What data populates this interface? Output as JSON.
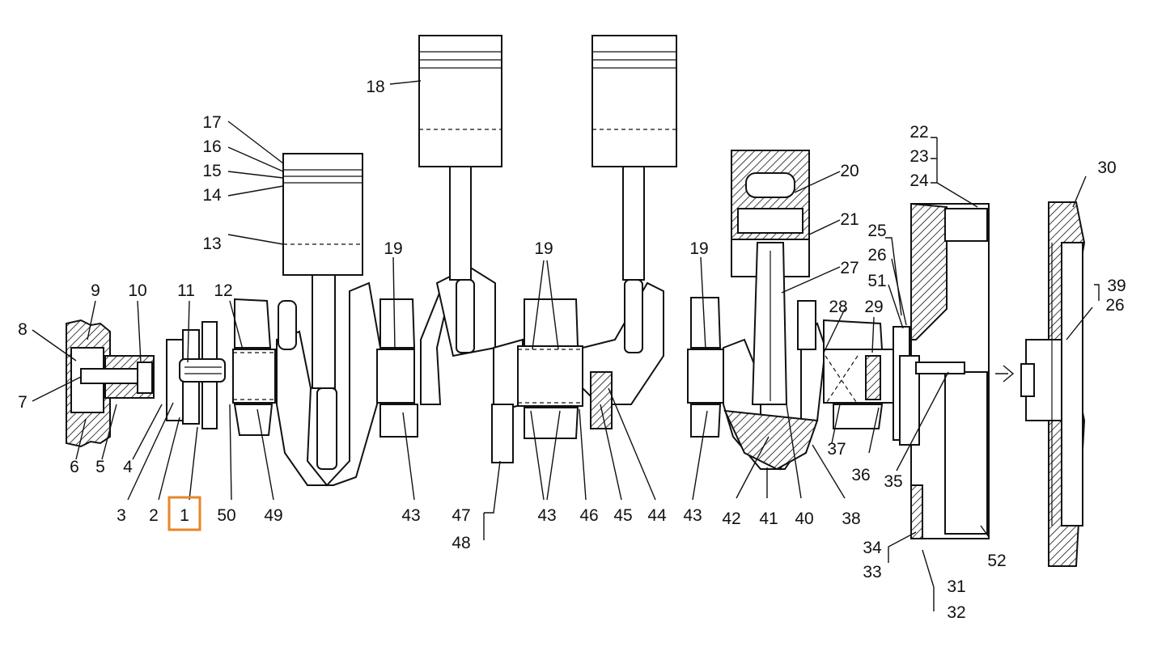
{
  "callouts": [
    {
      "id": "1",
      "label": "1",
      "highlighted": true
    },
    {
      "id": "2",
      "label": "2"
    },
    {
      "id": "3",
      "label": "3"
    },
    {
      "id": "4",
      "label": "4"
    },
    {
      "id": "5",
      "label": "5"
    },
    {
      "id": "6",
      "label": "6"
    },
    {
      "id": "7",
      "label": "7"
    },
    {
      "id": "8",
      "label": "8"
    },
    {
      "id": "9",
      "label": "9"
    },
    {
      "id": "10",
      "label": "10"
    },
    {
      "id": "11",
      "label": "11"
    },
    {
      "id": "12",
      "label": "12"
    },
    {
      "id": "13",
      "label": "13"
    },
    {
      "id": "14",
      "label": "14"
    },
    {
      "id": "15",
      "label": "15"
    },
    {
      "id": "16",
      "label": "16"
    },
    {
      "id": "17",
      "label": "17"
    },
    {
      "id": "18",
      "label": "18"
    },
    {
      "id": "19a",
      "label": "19"
    },
    {
      "id": "19b",
      "label": "19"
    },
    {
      "id": "19c",
      "label": "19"
    },
    {
      "id": "20",
      "label": "20"
    },
    {
      "id": "21",
      "label": "21"
    },
    {
      "id": "22",
      "label": "22"
    },
    {
      "id": "23",
      "label": "23"
    },
    {
      "id": "24",
      "label": "24"
    },
    {
      "id": "25",
      "label": "25"
    },
    {
      "id": "26a",
      "label": "26"
    },
    {
      "id": "26b",
      "label": "26"
    },
    {
      "id": "27",
      "label": "27"
    },
    {
      "id": "28",
      "label": "28"
    },
    {
      "id": "29",
      "label": "29"
    },
    {
      "id": "30",
      "label": "30"
    },
    {
      "id": "31",
      "label": "31"
    },
    {
      "id": "32",
      "label": "32"
    },
    {
      "id": "33",
      "label": "33"
    },
    {
      "id": "34",
      "label": "34"
    },
    {
      "id": "35",
      "label": "35"
    },
    {
      "id": "36",
      "label": "36"
    },
    {
      "id": "37",
      "label": "37"
    },
    {
      "id": "38",
      "label": "38"
    },
    {
      "id": "39",
      "label": "39"
    },
    {
      "id": "40",
      "label": "40"
    },
    {
      "id": "41",
      "label": "41"
    },
    {
      "id": "42",
      "label": "42"
    },
    {
      "id": "43a",
      "label": "43"
    },
    {
      "id": "43b",
      "label": "43"
    },
    {
      "id": "43c",
      "label": "43"
    },
    {
      "id": "44",
      "label": "44"
    },
    {
      "id": "45",
      "label": "45"
    },
    {
      "id": "46",
      "label": "46"
    },
    {
      "id": "47",
      "label": "47"
    },
    {
      "id": "48",
      "label": "48"
    },
    {
      "id": "49",
      "label": "49"
    },
    {
      "id": "50",
      "label": "50"
    },
    {
      "id": "51",
      "label": "51"
    },
    {
      "id": "52",
      "label": "52"
    }
  ],
  "colors": {
    "highlight": "#e8862a",
    "ink": "#111111",
    "background": "#ffffff"
  }
}
